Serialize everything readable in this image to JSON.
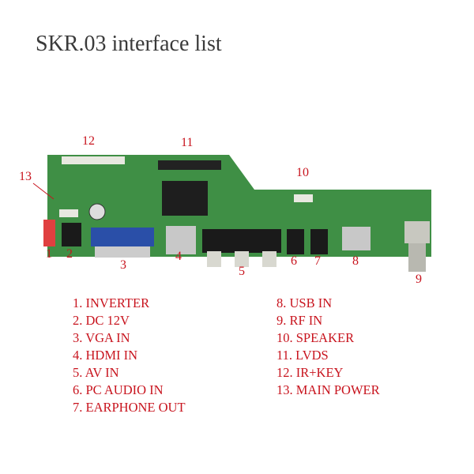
{
  "title": "SKR.03 interface list",
  "callouts": [
    "1",
    "2",
    "3",
    "4",
    "5",
    "6",
    "7",
    "8",
    "9",
    "10",
    "11",
    "12",
    "13"
  ],
  "legend_left": [
    "1. INVERTER",
    "2. DC 12V",
    "3. VGA IN",
    "4. HDMI IN",
    "5. AV IN",
    "6. PC AUDIO IN",
    "7. EARPHONE OUT"
  ],
  "legend_right": [
    "8. USB IN",
    "9. RF IN",
    "10. SPEAKER",
    "11. LVDS",
    "12. IR+KEY",
    "13. MAIN POWER"
  ],
  "colors": {
    "label": "#c8141e",
    "board": "#3f8f45"
  }
}
